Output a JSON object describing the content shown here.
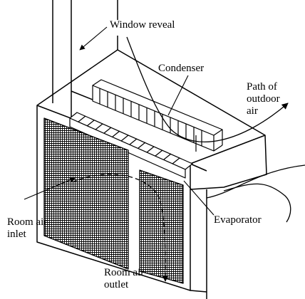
{
  "labels": {
    "window_reveal": "Window reveal",
    "condenser": "Condenser",
    "path_of_outdoor_air": [
      "Path of",
      "outdoor",
      "air"
    ],
    "room_air_inlet": [
      "Room air",
      "inlet"
    ],
    "evaporator": "Evaporator",
    "room_air_outlet": [
      "Room air",
      "outlet"
    ]
  }
}
